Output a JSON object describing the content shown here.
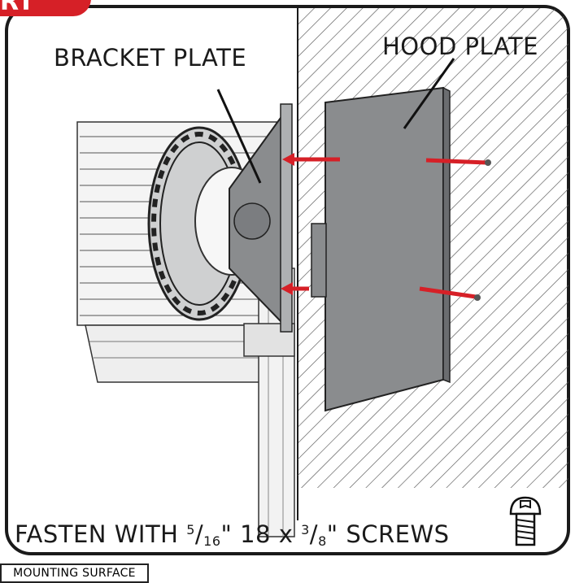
{
  "tag": {
    "text": "RT"
  },
  "labels": {
    "bracket_plate": "BRACKET PLATE",
    "hood_plate": "HOOD PLATE",
    "mounting_surface": "MOUNTING SURFACE"
  },
  "fasten": {
    "prefix": "FASTEN WITH",
    "size1_num": "5",
    "size1_den": "16",
    "size1_unit": "\"",
    "thread": "18 x",
    "size2_num": "3",
    "size2_den": "8",
    "size2_unit": "\"",
    "suffix": "SCREWS"
  },
  "icons": [
    "screw-icon"
  ],
  "colors": {
    "accent_red": "#d62027",
    "plate_gray": "#8a8c8e",
    "frame_black": "#1a1a1a"
  }
}
